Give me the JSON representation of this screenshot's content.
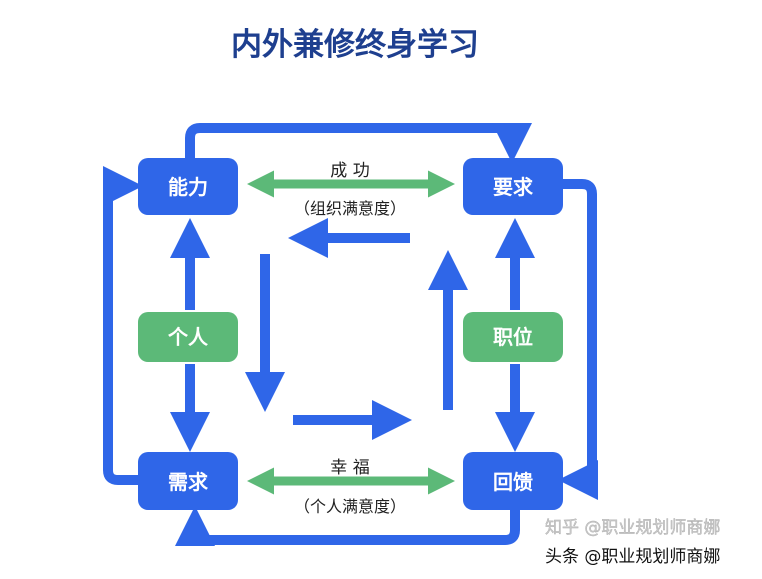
{
  "title": "内外兼修终身学习",
  "nodes": {
    "ability": "能力",
    "requirement": "要求",
    "need": "需求",
    "feedback": "回馈",
    "individual": "个人",
    "position": "职位"
  },
  "top_link": {
    "label": "成 功",
    "sublabel": "（组织满意度）"
  },
  "bottom_link": {
    "label": "幸 福",
    "sublabel": "（个人满意度）"
  },
  "watermarks": {
    "zhihu": "知乎 @职业规划师商娜",
    "toutiao": "头条 @职业规划师商娜"
  },
  "colors": {
    "blue": "#2f66e8",
    "green": "#5cb978",
    "title": "#1e3f8f"
  }
}
